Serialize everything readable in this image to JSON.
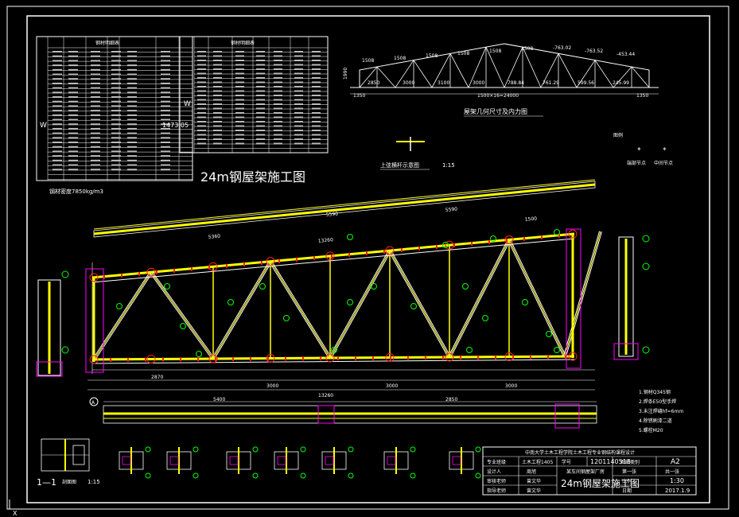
{
  "drawing": {
    "main_title": "24m钢屋架施工图",
    "density_note": "钢材密度7850kg/m3",
    "total_weight": "1473.05",
    "geometry_title": "屋架几何尺寸及内力图",
    "top_chord_detail": "上弦横杆示意图",
    "top_chord_scale": "1:15",
    "section_label": "1—1",
    "section_title": "剖面图",
    "section_scale": "1:15",
    "legend_items": [
      "端部节点",
      "中间节点"
    ],
    "axis_label": "A",
    "notes": [
      "1.钢材Q345钢",
      "2.焊条E50型手焊",
      "3.未注焊缝hf=6mm",
      "4.除锈刷漆二道",
      "5.螺栓M20"
    ]
  },
  "material_table": {
    "left_header": "钢材明细表",
    "right_header": "钢材明细表",
    "left_cols": [
      "编号",
      "规格",
      "长度(mm)",
      "数量",
      "重量(kg)"
    ],
    "right_cols": [
      "编号",
      "规格",
      "长度(mm)",
      "数量",
      "重量(kg)"
    ],
    "left_side_label": "W",
    "right_side_label": "W"
  },
  "geometry": {
    "panel_dims": [
      "1350",
      "1500×16=24000",
      "1350"
    ],
    "top_values": [
      "1508",
      "1508",
      "1508",
      "1508",
      "1508",
      "1508",
      "-763.02",
      "-763.52",
      "-453.44"
    ],
    "bottom_values": [
      "2850",
      "3000",
      "3100",
      "3000",
      "788.84",
      "761.29",
      "599.56",
      "245.99"
    ],
    "height": "1990"
  },
  "dims": {
    "top_total": "13260",
    "top_5590": "5590",
    "top_5360": "5360",
    "top_1500": "1500",
    "bottom_total": "13260",
    "bottom_3000a": "3000",
    "bottom_3000b": "3000",
    "bottom_3000c": "3000",
    "bottom_2870": "2870",
    "lower_5400": "5400",
    "lower_2850": "2850"
  },
  "title_block": {
    "school": "中南大学土木工程学院土木工程专业钢结构课程设计",
    "class_label": "专业班级",
    "class_value": "土木工程1405",
    "id_label": "学号",
    "id_value": "1201140518",
    "drawing_no_label": "图纸类别",
    "size_value": "A2",
    "designer_label": "设计人",
    "designer_value": "周旭",
    "project_value": "某车间钢屋架厂房",
    "sheet_value": "第一张",
    "total_value": "共一张",
    "review_label": "审核老师",
    "review_value": "曾文华",
    "guide_label": "指导老师",
    "guide_value": "曾文华",
    "drawing_name": "24m钢屋架施工图",
    "scale_label": "比例",
    "scale_value": "1:30",
    "date_label": "日期",
    "date_value": "2017.1.9"
  },
  "colors": {
    "background": "#000000",
    "member": "#ffff00",
    "outline": "#ffffff",
    "node": "#ff2020",
    "marker": "#00ff00",
    "leader": "#00ffff",
    "plate": "#ff00ff",
    "gray": "#9a9a9a"
  }
}
